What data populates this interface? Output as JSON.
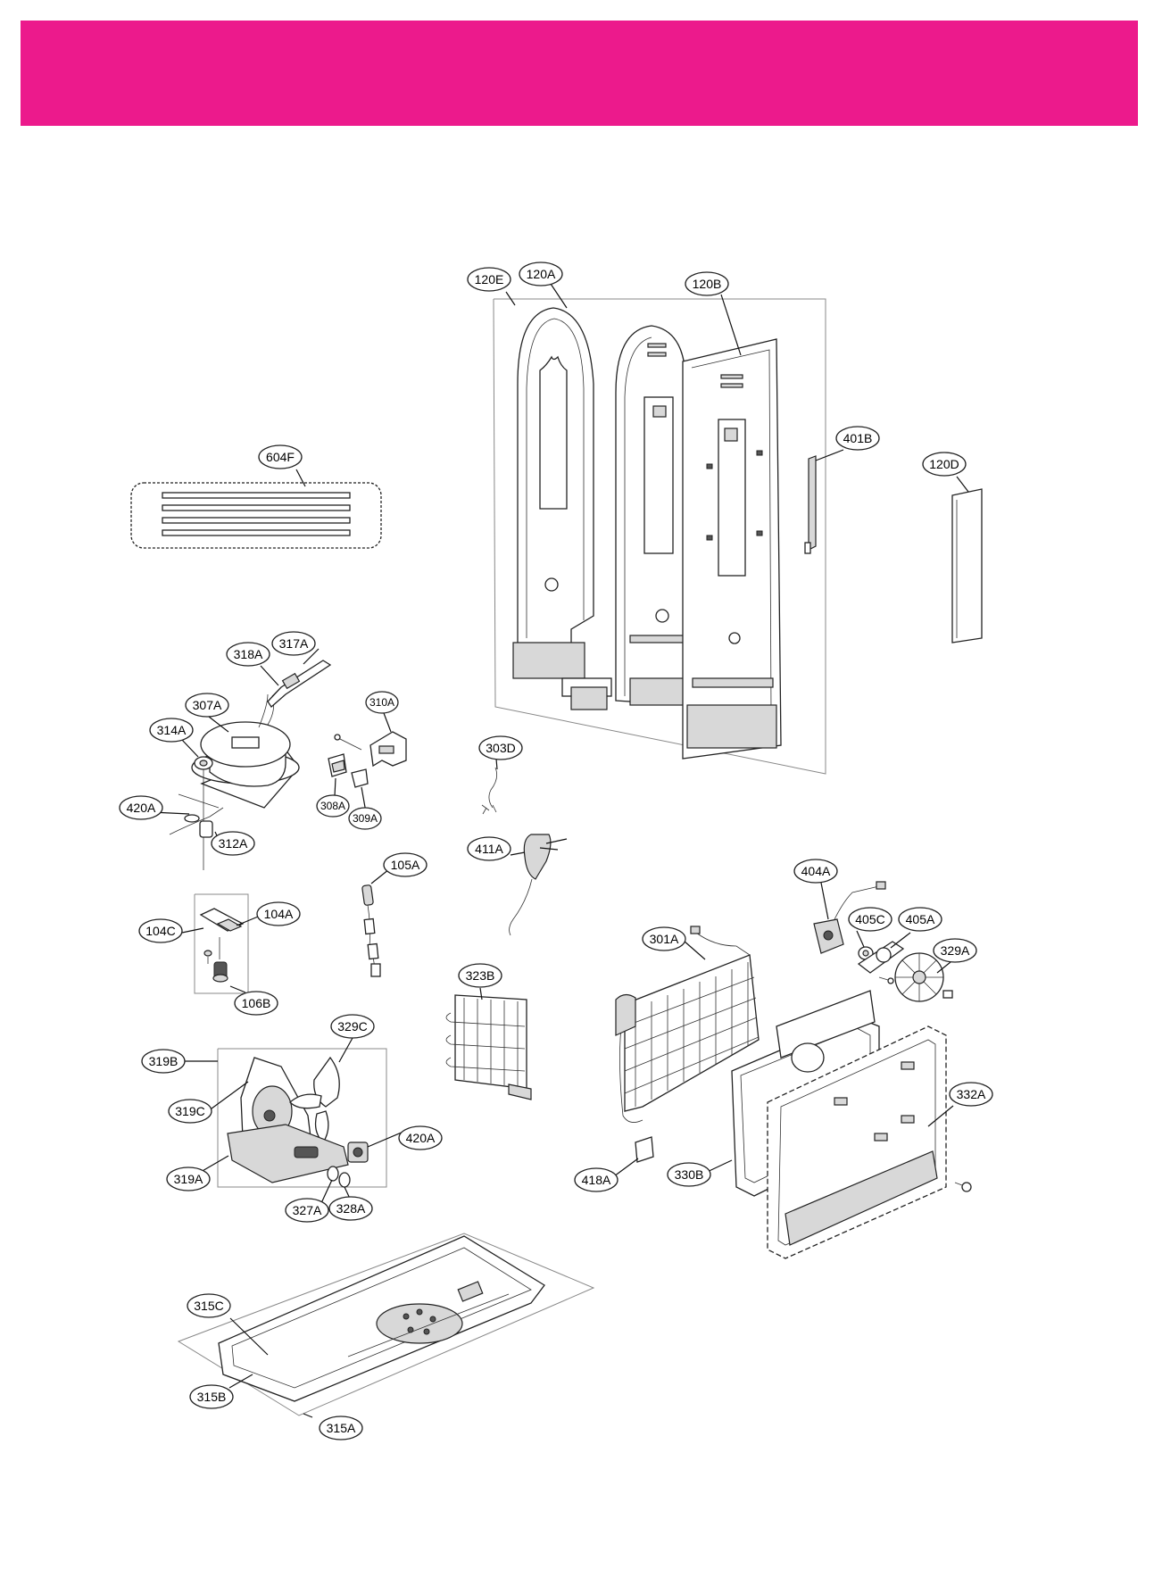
{
  "theme": {
    "banner_color": "#ec1a8c",
    "line_color": "#111111"
  },
  "labels": {
    "l120E": "120E",
    "l120A": "120A",
    "l120B": "120B",
    "l401B": "401B",
    "l120D": "120D",
    "l604F": "604F",
    "l317A": "317A",
    "l318A": "318A",
    "l307A": "307A",
    "l310A": "310A",
    "l314A": "314A",
    "l303D": "303D",
    "l420A_a": "420A",
    "l308A": "308A",
    "l309A": "309A",
    "l312A": "312A",
    "l411A": "411A",
    "l105A": "105A",
    "l404A": "404A",
    "l104A": "104A",
    "l104C": "104C",
    "l405C": "405C",
    "l405A": "405A",
    "l301A": "301A",
    "l329A": "329A",
    "l106B": "106B",
    "l323B": "323B",
    "l329C": "329C",
    "l319B": "319B",
    "l332A": "332A",
    "l319C": "319C",
    "l420A_b": "420A",
    "l319A": "319A",
    "l418A": "418A",
    "l330B": "330B",
    "l327A": "327A",
    "l328A": "328A",
    "l315C": "315C",
    "l315B": "315B",
    "l315A": "315A"
  }
}
